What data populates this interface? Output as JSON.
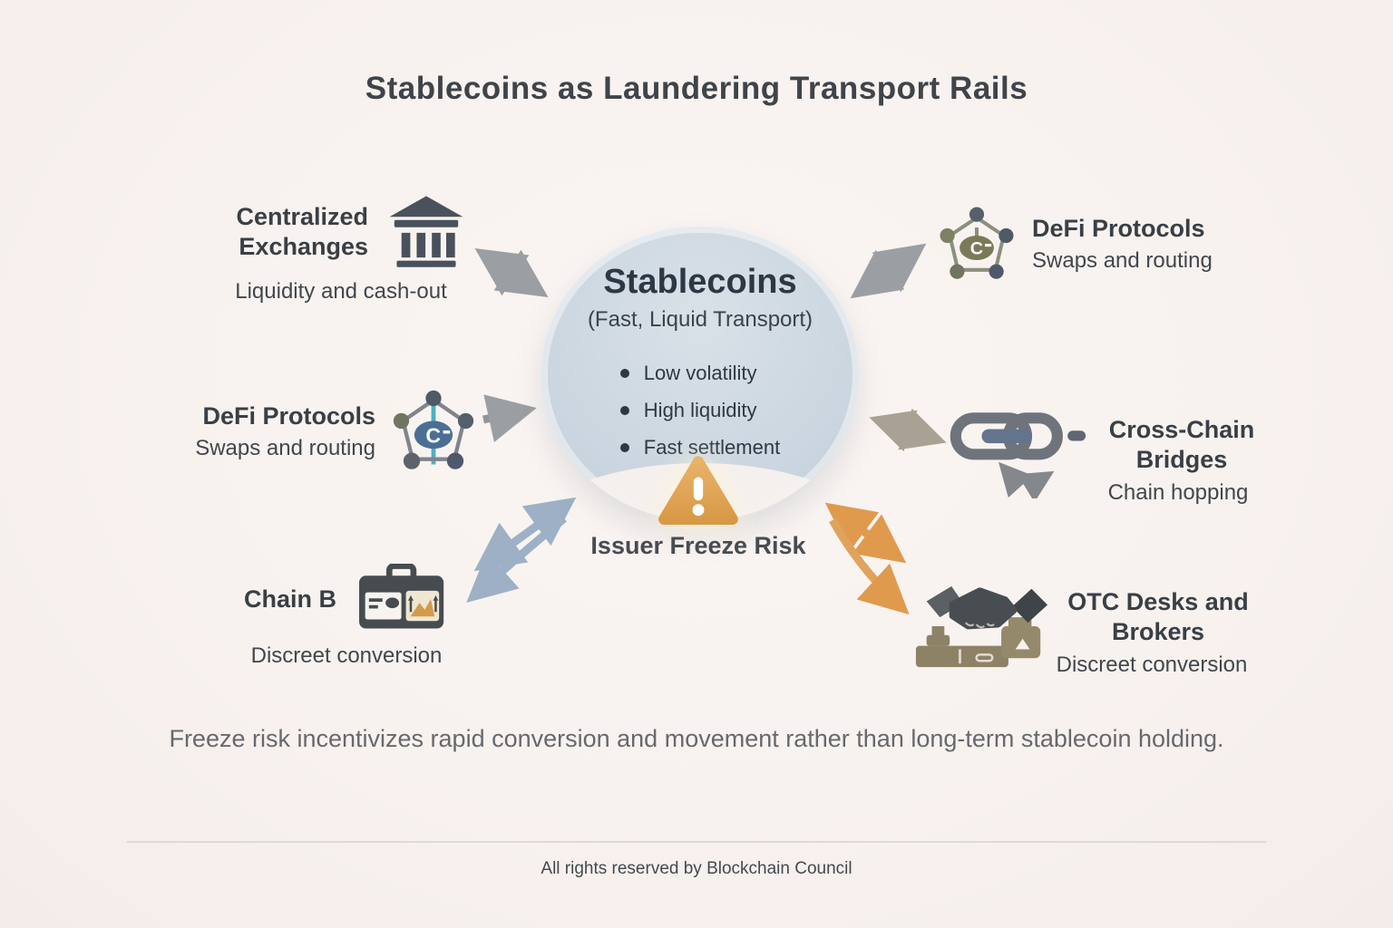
{
  "title": "Stablecoins as Laundering Transport Rails",
  "center": {
    "heading": "Stablecoins",
    "subheading": "(Fast, Liquid Transport)",
    "bullets": [
      "Low volatility",
      "High liquidity",
      "Fast settlement"
    ],
    "risk_label": "Issuer Freeze Risk",
    "risk_icon": "warning-triangle-icon"
  },
  "nodes": [
    {
      "id": "centralized-exchanges",
      "position": "top-left",
      "title": "Centralized Exchanges",
      "subtitle": "Liquidity and cash-out",
      "icon": "bank-icon"
    },
    {
      "id": "defi-protocols-right",
      "position": "top-right",
      "title": "DeFi Protocols",
      "subtitle": "Swaps and routing",
      "icon": "network-icon"
    },
    {
      "id": "defi-protocols-left",
      "position": "mid-left",
      "title": "DeFi Protocols",
      "subtitle": "Swaps and routing",
      "icon": "network-icon"
    },
    {
      "id": "cross-chain-bridges",
      "position": "mid-right",
      "title": "Cross-Chain Bridges",
      "subtitle": "Chain hopping",
      "icon": "chain-link-icon"
    },
    {
      "id": "chain-b",
      "position": "bottom-left",
      "title": "Chain B",
      "subtitle": "Discreet conversion",
      "icon": "briefcase-icon"
    },
    {
      "id": "otc-desks-brokers",
      "position": "bottom-right",
      "title": "OTC Desks and Brokers",
      "subtitle": "Discreet conversion",
      "icon": "handshake-icon"
    }
  ],
  "footer_note": "Freeze risk incentivizes rapid conversion and movement rather than long-term stablecoin holding.",
  "copyright": "All rights reserved by Blockchain Council",
  "icons": {
    "bank-icon": "🏛",
    "network-icon": "◉",
    "chain-link-icon": "🔗",
    "briefcase-icon": "🧰",
    "handshake-icon": "🤝",
    "warning-triangle-icon": "⚠"
  },
  "colors": {
    "background": "#f8f2ef",
    "circle_fill": "#cbd6e0",
    "warning_orange": "#e0a355",
    "arrow_gray": "#9b9fa3",
    "arrow_tan": "#a9a294",
    "arrow_blue": "#9db0c6",
    "arrow_orange": "#e09a4e",
    "icon_dark": "#49525c",
    "icon_khaki": "#8d8266",
    "text_dark": "#393f45",
    "text_muted": "#66696d"
  }
}
